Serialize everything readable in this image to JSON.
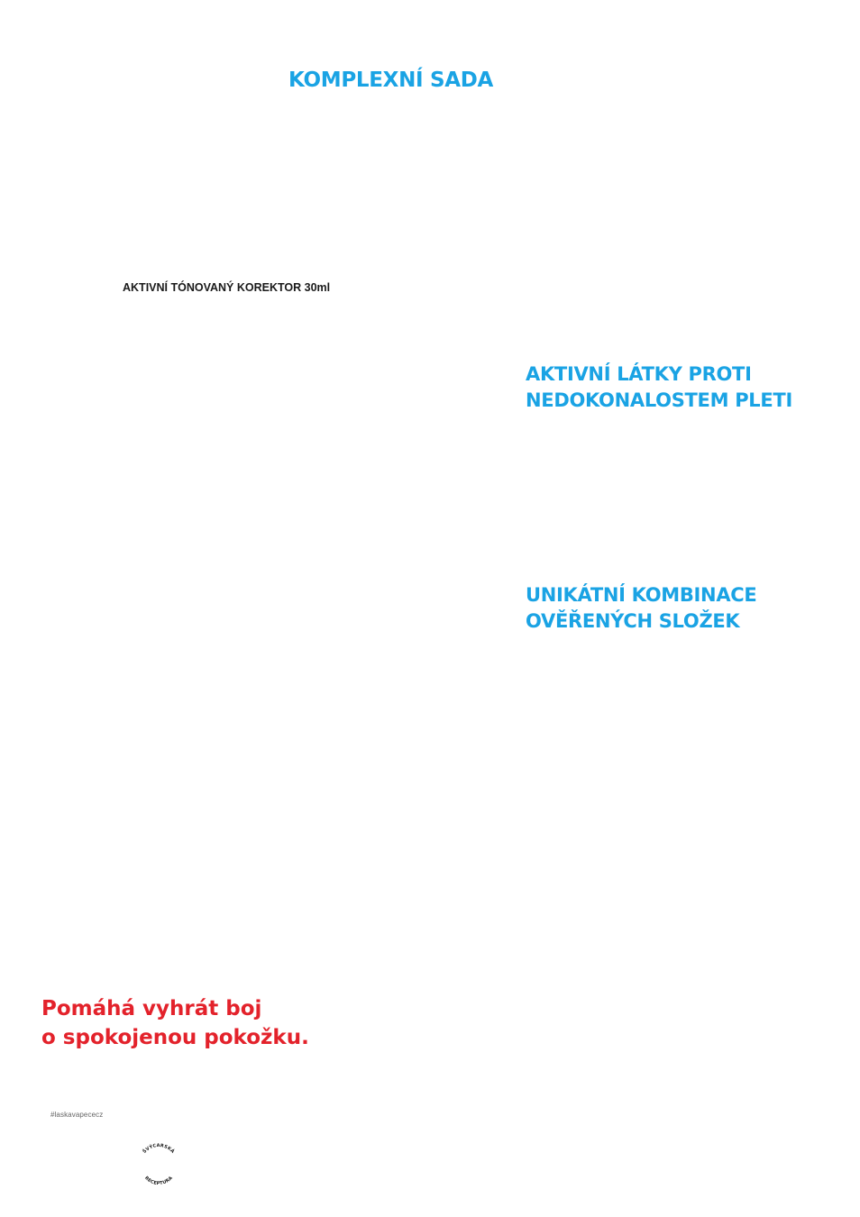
{
  "header": {
    "title": "KOMPLEXNÍ SADA"
  },
  "product": {
    "name": "AKTIVNÍ TÓNOVANÝ KOREKTOR  30ml"
  },
  "features": [
    {
      "line1": "AKTIVNÍ LÁTKY PROTI",
      "line2": "NEDOKONALOSTEM PLETI"
    },
    {
      "line1": "UNIKÁTNÍ KOMBINACE",
      "line2": "OVĚŘENÝCH SLOŽEK"
    }
  ],
  "tagline": {
    "line1": "Pomáhá vyhrát boj",
    "line2": "o spokojenou pokožku."
  },
  "footer": {
    "hashtag": "#laskavapececz",
    "seal_top": "ŠVÝCARSKÁ",
    "seal_bottom": "RECEPTURA"
  },
  "colors": {
    "accent_blue": "#1aa3e4",
    "accent_red": "#e3222b",
    "text_dark": "#1a1a1a"
  }
}
